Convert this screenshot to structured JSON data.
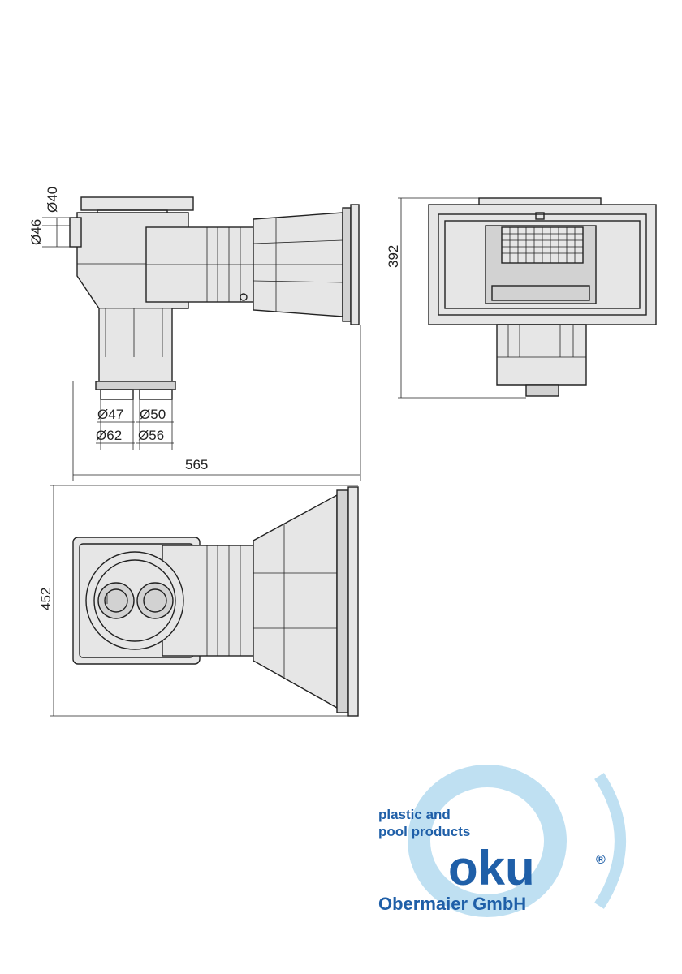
{
  "dimensions": {
    "d40": "40",
    "d46": "46",
    "d47": "47",
    "d50": "50",
    "d62": "62",
    "d56": "56",
    "width_565": "565",
    "height_392": "392",
    "depth_452": "452",
    "diameter_symbol": "Ø"
  },
  "brand": {
    "tagline_line1": "plastic and",
    "tagline_line2": "pool products",
    "logo": "oku",
    "registered": "®",
    "company": "Obermaier GmbH"
  },
  "colors": {
    "brand_blue": "#1f5fa8",
    "logo_light_blue": "#bfe0f2",
    "line": "#222222"
  }
}
